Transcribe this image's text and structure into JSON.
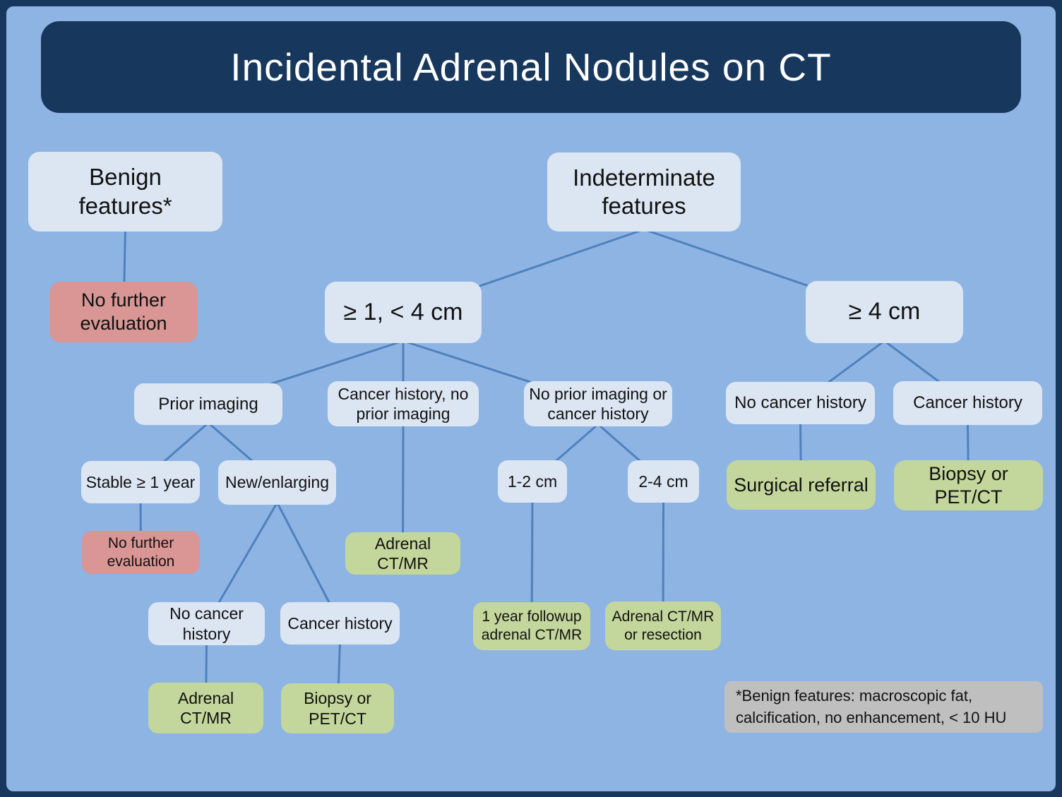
{
  "title": "Incidental Adrenal Nodules on CT",
  "colors": {
    "frame": "#17375d",
    "title_bar": "#17375d",
    "slide_background": "#8eb4e3",
    "decision_fill": "#dce6f2",
    "stop_fill": "#d99694",
    "action_fill": "#c3d69b",
    "note_fill": "#bfbfbf",
    "line": "#4f81bd",
    "title_text": "#ffffff"
  },
  "nodes": {
    "benign-features": {
      "label": "Benign\nfeatures*",
      "type": "decision"
    },
    "indeterminate-features": {
      "label": "Indeterminate\nfeatures",
      "type": "decision"
    },
    "no-further-evaluation-top": {
      "label": "No further\nevaluation",
      "type": "stop"
    },
    "size-1-4cm": {
      "label": "≥ 1, < 4 cm",
      "type": "decision"
    },
    "size-4cm": {
      "label": "≥ 4 cm",
      "type": "decision"
    },
    "prior-imaging": {
      "label": "Prior imaging",
      "type": "decision"
    },
    "cancer-history-no-prior-imaging": {
      "label": "Cancer history, no\nprior imaging",
      "type": "decision"
    },
    "no-prior-imaging-or-cancer-history": {
      "label": "No prior imaging or\ncancer history",
      "type": "decision"
    },
    "no-cancer-history-4cm": {
      "label": "No cancer history",
      "type": "decision"
    },
    "cancer-history-4cm": {
      "label": "Cancer history",
      "type": "decision"
    },
    "stable-1-year": {
      "label": "Stable ≥ 1 year",
      "type": "decision"
    },
    "new-enlarging": {
      "label": "New/enlarging",
      "type": "decision"
    },
    "size-1-2cm": {
      "label": "1-2 cm",
      "type": "decision"
    },
    "size-2-4cm": {
      "label": "2-4 cm",
      "type": "decision"
    },
    "surgical-referral": {
      "label": "Surgical referral",
      "type": "action"
    },
    "biopsy-or-petct-4cm": {
      "label": "Biopsy or PET/CT",
      "type": "action"
    },
    "no-further-evaluation-stable": {
      "label": "No further\nevaluation",
      "type": "stop"
    },
    "adrenal-ctmr-cancer-history": {
      "label": "Adrenal CT/MR",
      "type": "action"
    },
    "no-cancer-history-new": {
      "label": "No cancer\nhistory",
      "type": "decision"
    },
    "cancer-history-new": {
      "label": "Cancer history",
      "type": "decision"
    },
    "one-year-followup": {
      "label": "1 year followup\nadrenal CT/MR",
      "type": "action"
    },
    "adrenal-ctmr-or-resection": {
      "label": "Adrenal CT/MR\nor resection",
      "type": "action"
    },
    "adrenal-ctmr-new": {
      "label": "Adrenal\nCT/MR",
      "type": "action"
    },
    "biopsy-or-petct-new": {
      "label": "Biopsy or\nPET/CT",
      "type": "action"
    }
  },
  "footnote": {
    "label": "*Benign features: macroscopic fat,\ncalcification, no enhancement, < 10 HU"
  },
  "edges": [
    {
      "from": "benign-features",
      "to": "no-further-evaluation-top"
    },
    {
      "from": "indeterminate-features",
      "to": "size-1-4cm"
    },
    {
      "from": "indeterminate-features",
      "to": "size-4cm"
    },
    {
      "from": "size-1-4cm",
      "to": "prior-imaging"
    },
    {
      "from": "size-1-4cm",
      "to": "cancer-history-no-prior-imaging"
    },
    {
      "from": "size-1-4cm",
      "to": "no-prior-imaging-or-cancer-history"
    },
    {
      "from": "prior-imaging",
      "to": "stable-1-year"
    },
    {
      "from": "prior-imaging",
      "to": "new-enlarging"
    },
    {
      "from": "stable-1-year",
      "to": "no-further-evaluation-stable"
    },
    {
      "from": "new-enlarging",
      "to": "no-cancer-history-new"
    },
    {
      "from": "new-enlarging",
      "to": "cancer-history-new"
    },
    {
      "from": "cancer-history-no-prior-imaging",
      "to": "adrenal-ctmr-cancer-history"
    },
    {
      "from": "no-prior-imaging-or-cancer-history",
      "to": "size-1-2cm"
    },
    {
      "from": "no-prior-imaging-or-cancer-history",
      "to": "size-2-4cm"
    },
    {
      "from": "size-1-2cm",
      "to": "one-year-followup"
    },
    {
      "from": "size-2-4cm",
      "to": "adrenal-ctmr-or-resection"
    },
    {
      "from": "no-cancer-history-new",
      "to": "adrenal-ctmr-new"
    },
    {
      "from": "cancer-history-new",
      "to": "biopsy-or-petct-new"
    },
    {
      "from": "size-4cm",
      "to": "no-cancer-history-4cm"
    },
    {
      "from": "size-4cm",
      "to": "cancer-history-4cm"
    },
    {
      "from": "no-cancer-history-4cm",
      "to": "surgical-referral"
    },
    {
      "from": "cancer-history-4cm",
      "to": "biopsy-or-petct-4cm"
    }
  ]
}
